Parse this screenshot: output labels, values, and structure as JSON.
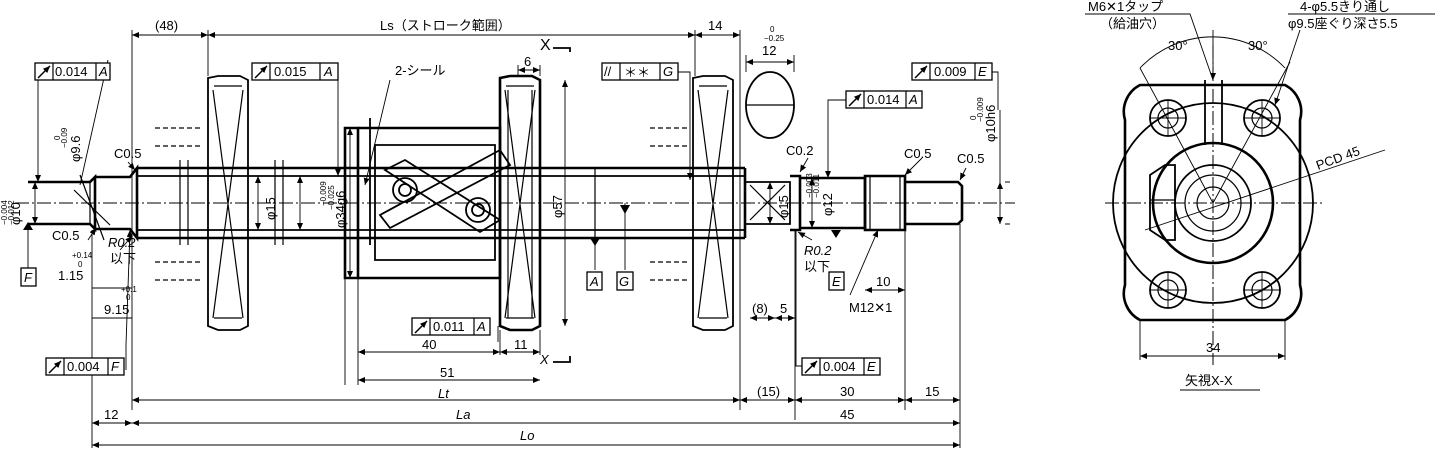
{
  "dims": {
    "d48": "(48)",
    "ls": "Ls（ストローク範囲）",
    "d14": "14",
    "d12top": "12",
    "d12tol_a": "0",
    "d12tol_b": "−0.25",
    "d6": "6",
    "seal": "2-シール",
    "d40": "40",
    "d11": "11",
    "d51": "51",
    "lt": "Lt",
    "la": "La",
    "lo": "Lo",
    "d12b": "12",
    "d15p": "(15)",
    "d30": "30",
    "d45": "45",
    "d15": "15",
    "d8p": "(8)",
    "d5": "5",
    "d10": "10",
    "m12": "M12✕1",
    "d115": "1.15",
    "d115tol_a": "+0.14",
    "d115tol_b": "0",
    "d915": "9.15",
    "d915tol_a": "+0.1",
    "d915tol_b": "0",
    "c05a": "C0.5",
    "c05b": "C0.5",
    "c02": "C0.2",
    "c05c": "C0.5",
    "c05d": "C0.5",
    "r02a1": "R0.2",
    "r02a2": "以下",
    "r02b1": "R0.2",
    "r02b2": "以下",
    "phi10": "φ10",
    "phi10tol_a": "−0.004",
    "phi10tol_b": "−0.012",
    "phi96": "φ9.6",
    "phi96tol_a": "0",
    "phi96tol_b": "−0.09",
    "phi15a": "φ15",
    "phi34": "φ34g6",
    "phi34tol_a": "−0.009",
    "phi34tol_b": "−0.025",
    "phi57": "φ57",
    "phi15b": "φ15",
    "phi12": "φ12",
    "phi12tol_a": "−0.003",
    "phi12tol_b": "−0.011",
    "phi10h6": "φ10h6",
    "phi10h6tol_a": "0",
    "phi10h6tol_b": "−0.009",
    "x1": "X",
    "x2": "X"
  },
  "tolerances": {
    "t1": {
      "value": "0.014",
      "datum": "A"
    },
    "t2": {
      "value": "0.015",
      "datum": "A"
    },
    "t3": {
      "sym": "//",
      "value": "＊＊",
      "datum": "G"
    },
    "t4": {
      "value": "0.009",
      "datum": "E"
    },
    "t5": {
      "value": "0.014",
      "datum": "A"
    },
    "t6": {
      "value": "0.011",
      "datum": "A"
    },
    "t7": {
      "value": "0.004",
      "datum": "F"
    },
    "t8": {
      "value": "0.004",
      "datum": "E"
    }
  },
  "datums": {
    "f": "F",
    "a": "A",
    "g": "G",
    "e": "E"
  },
  "end_view": {
    "tap1": "M6✕1タップ",
    "tap2": "（給油穴）",
    "hole1": "4-φ5.5きり通し",
    "hole2": "φ9.5座ぐり深さ5.5",
    "angle_l": "30°",
    "angle_r": "30°",
    "pcd": "PCD 45",
    "d34": "34",
    "caption": "矢視X-X"
  }
}
